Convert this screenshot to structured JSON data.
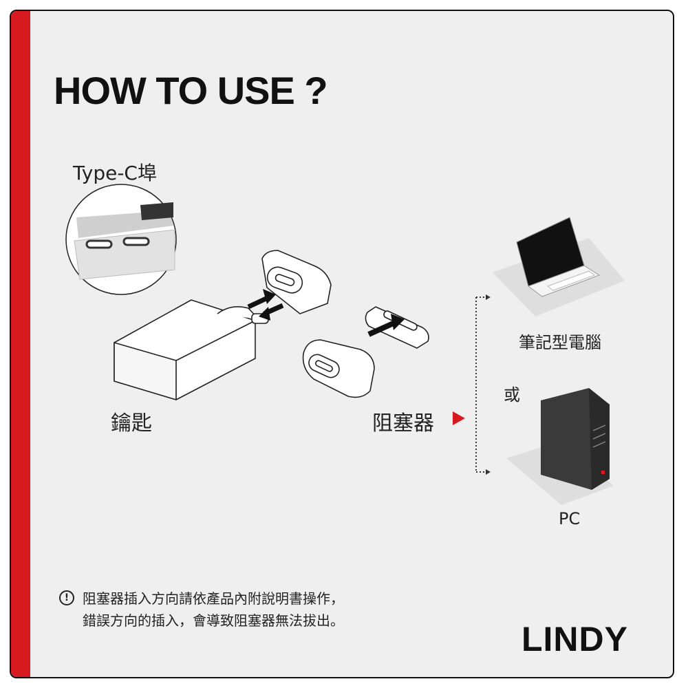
{
  "title": "HOW TO USE ?",
  "labels": {
    "type_c": "Type-C埠",
    "key": "鑰匙",
    "blocker": "阻塞器",
    "laptop": "筆記型電腦",
    "or": "或",
    "pc": "PC"
  },
  "warning": {
    "icon": "!",
    "lines": [
      "阻塞器插入方向請依產品內附說明書操作，",
      "錯誤方向的插入，會導致阻塞器無法拔出。"
    ]
  },
  "brand": {
    "name": "LINDY",
    "accent": "#d71920"
  },
  "colors": {
    "accent": "#d71920",
    "background": "#efefef"
  }
}
